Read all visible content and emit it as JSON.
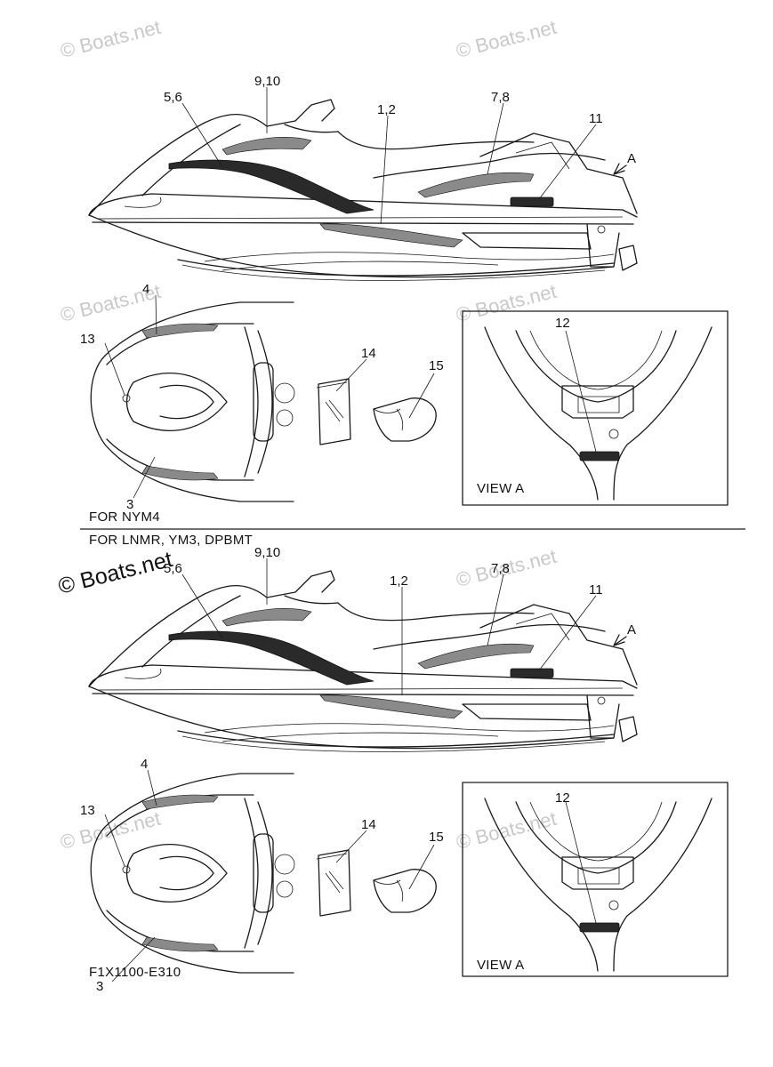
{
  "watermark": "© Boats.net",
  "watermark_large": "© Boats.net",
  "section_top": {
    "labels": {
      "l12": "1,2",
      "l56": "5,6",
      "l78": "7,8",
      "l910": "9,10",
      "l11": "11",
      "la": "A",
      "l4": "4",
      "l13": "13",
      "l3": "3",
      "l14": "14",
      "l15": "15",
      "lv12": "12",
      "view": "VIEW A"
    },
    "caption": "FOR NYM4"
  },
  "section_bottom": {
    "caption": "FOR LNMR, YM3, DPBMT",
    "labels": {
      "l12": "1,2",
      "l56": "5,6",
      "l78": "7,8",
      "l910": "9,10",
      "l11": "11",
      "la": "A",
      "l4": "4",
      "l13": "13",
      "l3": "3",
      "l14": "14",
      "l15": "15",
      "lv12": "12",
      "view": "VIEW A"
    }
  },
  "diagram_code": "F1X1100-E310"
}
